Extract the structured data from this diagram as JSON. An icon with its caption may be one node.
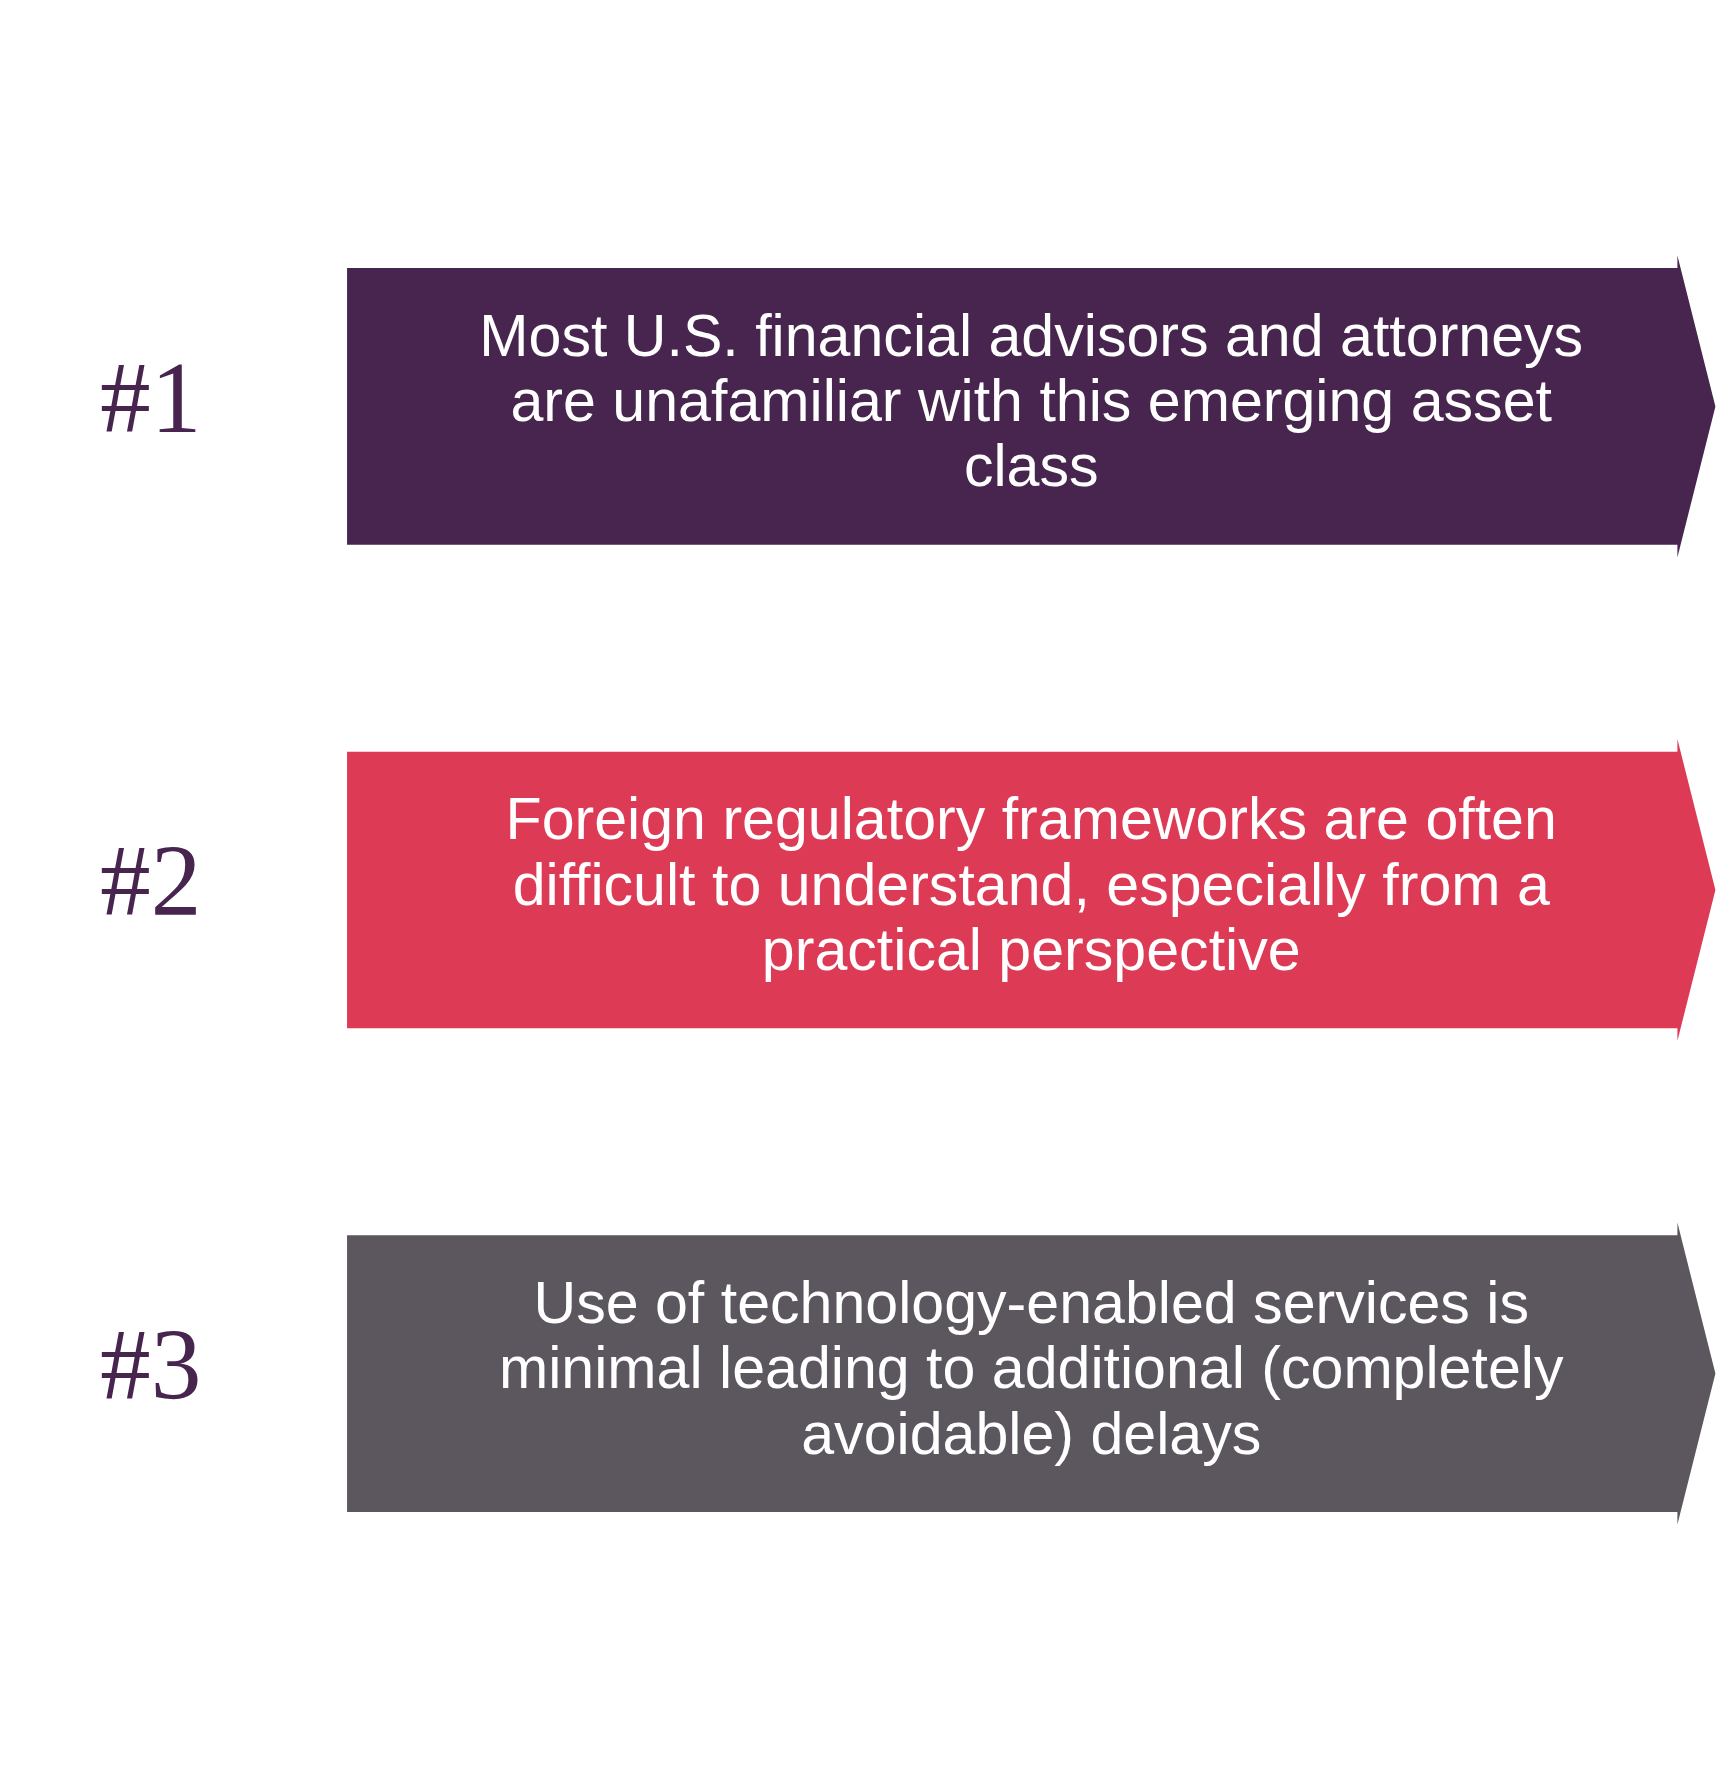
{
  "diagram": {
    "nodes": [
      {
        "text": [
          "Most U.S. financial advisors and attorneys are unafamiliar with this emerging asset class"
        ],
        "beside": [
          "#1"
        ]
      },
      {
        "text": [
          "Foreign regulatory frameworks are often difficult to understand, especially from a practical perspective"
        ],
        "beside": [
          "#2"
        ]
      },
      {
        "text": [
          "Use of technology-enabled services is minimal leading to additional (completely avoidable) delays"
        ],
        "beside": [
          "#3"
        ]
      }
    ]
  }
}
